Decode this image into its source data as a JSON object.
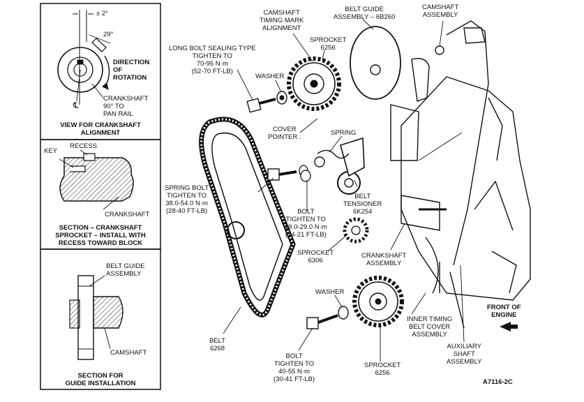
{
  "panels": {
    "top": {
      "angle_tolerance": "± 2°",
      "angle": "29°",
      "direction": [
        "DIRECTION",
        "OF",
        "ROTATION"
      ],
      "crankshaft": [
        "CRANKSHAFT",
        "90° TO",
        "PAN RAIL"
      ],
      "centerline": "℄",
      "caption": [
        "VIEW FOR CRANKSHAFT",
        "ALIGNMENT"
      ]
    },
    "middle": {
      "key": "KEY",
      "recess": "RECESS",
      "crankshaft": "CRANKSHAFT",
      "caption": [
        "SECTION – CRANKSHAFT",
        "SPROCKET – INSTALL WITH",
        "RECESS TOWARD BLOCK"
      ]
    },
    "bottom": {
      "belt_guide": [
        "BELT GUIDE",
        "ASSEMBLY"
      ],
      "camshaft": "CAMSHAFT",
      "caption": [
        "SECTION FOR",
        "GUIDE INSTALLATION"
      ]
    }
  },
  "callouts": {
    "camshaft_timing": [
      "CAMSHAFT",
      "TIMING MARK",
      "ALIGNMENT"
    ],
    "belt_guide": [
      "BELT GUIDE",
      "ASSEMBLY – 6B260"
    ],
    "camshaft_assembly": [
      "CAMSHAFT",
      "ASSEMBLY"
    ],
    "sprocket_top": [
      "SPROCKET",
      "6256"
    ],
    "long_bolt": [
      "LONG BOLT SEALING TYPE",
      "TIGHTEN TO",
      "70-95 N·m",
      "(52-70 FT-LB)"
    ],
    "washer_top": "WASHER",
    "cover_pointer": [
      "COVER",
      "POINTER ."
    ],
    "spring": "SPRING",
    "spring_bolt": [
      "SPRING BOLT",
      "TIGHTEN TO",
      "38.0-54.0 N·m",
      "(28-40 FT-LB)"
    ],
    "belt_tensioner": [
      "BELT",
      "TENSIONER",
      "6K254"
    ],
    "bolt_mid": [
      "BOLT",
      "TIGHTEN TO",
      "19.0-29.0 N·m",
      "(14-21 FT-LB)"
    ],
    "sprocket_6306": [
      "SPROCKET",
      "6306"
    ],
    "crankshaft_assembly": [
      "CRANKSHAFT",
      "ASSEMBLY"
    ],
    "washer_bottom": "WASHER",
    "inner_timing": [
      "INNER TIMING",
      "BELT COVER",
      "ASSEMBLY"
    ],
    "front_engine": [
      "FRONT OF",
      "ENGINE"
    ],
    "belt": [
      "BELT",
      "6268"
    ],
    "bolt_bottom": [
      "BOLT",
      "TIGHTEN TO",
      "40-55 N·m",
      "(30-41 FT-LB)"
    ],
    "sprocket_bottom": [
      "SPROCKET",
      "6256"
    ],
    "auxiliary": [
      "AUXILIARY",
      "SHAFT",
      "ASSEMBLY"
    ],
    "figure_id": "A7116-2C"
  }
}
